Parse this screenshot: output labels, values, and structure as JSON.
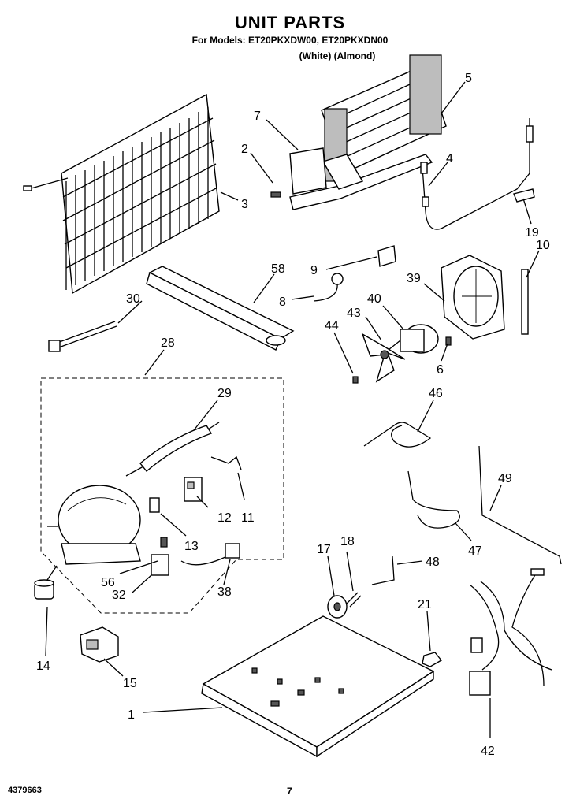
{
  "header": {
    "title": "UNIT PARTS",
    "models": "For Models: ET20PKXDW00, ET20PKXDN00",
    "colors": "(White)    (Almond)"
  },
  "footer": {
    "doc_number": "4379663",
    "page_number": "7"
  },
  "callouts": [
    "7",
    "2",
    "5",
    "4",
    "3",
    "19",
    "10",
    "58",
    "9",
    "39",
    "30",
    "8",
    "40",
    "43",
    "44",
    "6",
    "28",
    "29",
    "46",
    "49",
    "12",
    "11",
    "47",
    "13",
    "56",
    "17",
    "18",
    "48",
    "38",
    "32",
    "21",
    "14",
    "15",
    "1",
    "42"
  ]
}
